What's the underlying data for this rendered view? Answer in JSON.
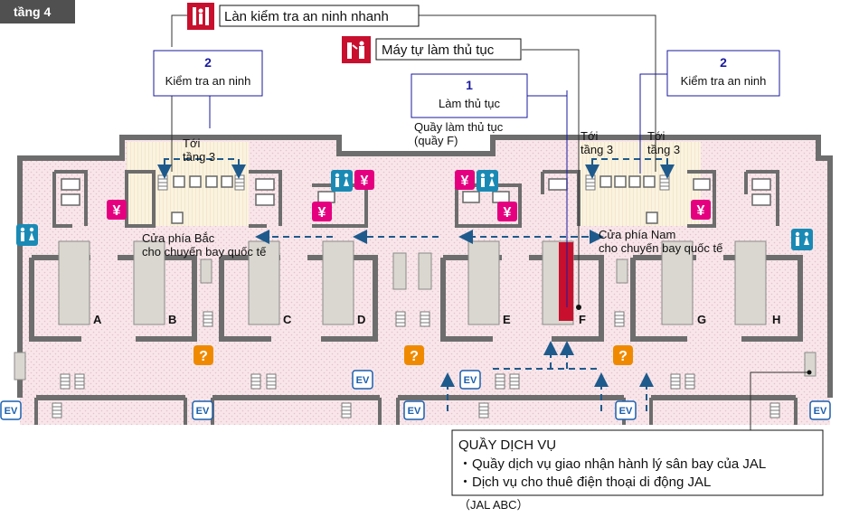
{
  "floor_tag": "tầng 4",
  "callouts": {
    "fast_lane": "Làn kiểm tra an ninh nhanh",
    "kiosk": "Máy tự làm thủ tục",
    "checkin_number": "1",
    "checkin_label": "Làm thủ tục",
    "security_number": "2",
    "security_label": "Kiểm tra an ninh",
    "counter_line1": "Quầy làm thủ tục",
    "counter_line2": "(quầy F)"
  },
  "to_floor3": {
    "line1": "Tới",
    "line2": "tầng 3"
  },
  "north_gate": {
    "line1": "Cửa phía Bắc",
    "line2": "cho chuyến bay quốc tế"
  },
  "south_gate": {
    "line1": "Cửa phía Nam",
    "line2": "cho chuyến bay quốc tế"
  },
  "gates": [
    "A",
    "B",
    "C",
    "D",
    "E",
    "F",
    "G",
    "H"
  ],
  "ev_label": "EV",
  "info_symbol": "?",
  "yen_symbol": "¥",
  "service": {
    "title": "QUẦY DỊCH VỤ",
    "items": [
      "・Quầy dịch vụ giao nhận hành lý sân bay của JAL",
      "・Dịch vụ cho thuê điện thoại di động JAL"
    ],
    "abbr": "（JAL ABC）"
  },
  "colors": {
    "accent_red": "#c8102e",
    "route_blue": "#1f5a8c",
    "callout_blue": "#1a1a9e",
    "atm_pink": "#e4007f",
    "restroom_teal": "#1a8ab5",
    "info_orange": "#ef8a00",
    "floor_pink": "#f8e6ea",
    "wall_gray": "#6d6d6d"
  },
  "icons": [
    "fast-lane-icon",
    "kiosk-icon",
    "restroom-icon",
    "atm-icon",
    "info-icon",
    "elevator-icon",
    "route-arrow-icon"
  ]
}
